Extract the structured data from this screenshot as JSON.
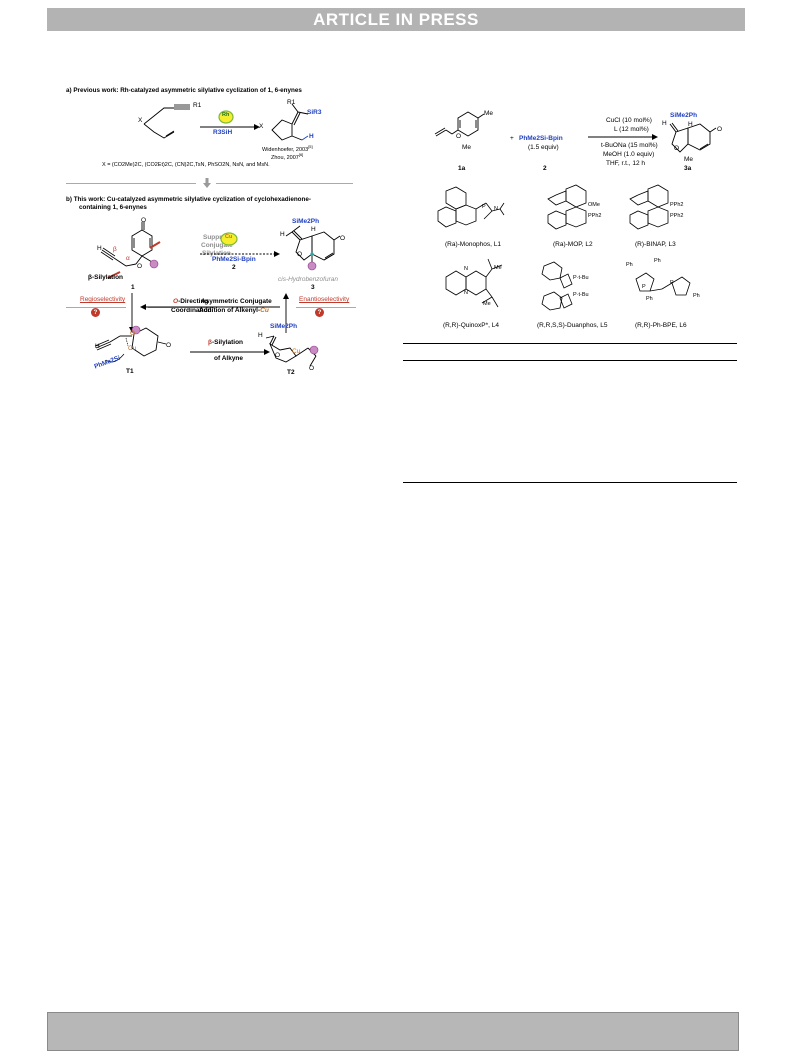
{
  "header": {
    "banner": "ARTICLE IN PRESS"
  },
  "scheme_left": {
    "part_a_title": "a) Previous work: Rh-catalyzed asymmetric silylative cyclization of 1, 6-enynes",
    "rh_label": "Rh",
    "reagent_a": "R3SiH",
    "r1_label": "R1",
    "sir3_label": "SiR3",
    "h_label": "H",
    "x_label": "X",
    "ref1": "Widenhoefer, 2003",
    "ref1_sup": "[5]",
    "ref2": "Zhou, 2007",
    "ref2_sup": "[6]",
    "x_definition": "X = (CO2Me)2C, (CO2Et)2C, (CN)2C,TsN, PhSO2N, NsN, and MsN.",
    "part_b_title_line1": "b) This work: Cu-catalyzed asymmetric silylative cyclization of cyclohexadienone-",
    "part_b_title_line2": "containing 1, 6-enynes",
    "suppress_l1": "Suppress",
    "suppress_l2": "Conjugate",
    "suppress_l3": "Silylation",
    "cu_label": "Cu",
    "reagent_b": "PhMe2Si-Bpin",
    "cmpd_2": "2",
    "sime2ph": "SiMe2Ph",
    "beta_silylation": "β-Silylation",
    "cmpd_1": "1",
    "cmpd_3": "3",
    "product_name": "cis-Hydrobenzofuran",
    "alpha": "α",
    "beta": "β",
    "regio": "Regioselectivity",
    "enantio": "Enantioselectivity",
    "o_directing_l1": "O-Directing",
    "o_directing_l2": "Coordination",
    "asym_l1": "Asymmetric Conjugate",
    "asym_l2": "Addition of Alkenyl-Cu",
    "question": "?",
    "t1": "T1",
    "t2": "T2",
    "beta_silyl_alkyne_l1": "β-Silylation",
    "beta_silyl_alkyne_l2": "of Alkyne",
    "phme2si": "PhMe2Si",
    "o_label": "O",
    "h_small": "H"
  },
  "scheme_right": {
    "cmpd_1a": "1a",
    "plus": "+",
    "reagent": "PhMe2Si-Bpin",
    "reagent_equiv": "(1.5 equiv)",
    "cmpd_2": "2",
    "cond1": "CuCl (10 mol%)",
    "cond2": "L (12 mol%)",
    "cond3": "t-BuONa (15 mol%)",
    "cond4": "MeOH (1.0 equiv)",
    "cond5": "THF, r.t., 12 h",
    "product": "3a",
    "sime2ph": "SiMe2Ph",
    "me": "Me",
    "h": "H",
    "ligands": [
      {
        "label": "(Ra)-Monophos, L1"
      },
      {
        "label": "(Ra)-MOP, L2"
      },
      {
        "label": "(R)-BINAP, L3"
      },
      {
        "label": "(R,R)-QuinoxP*, L4"
      },
      {
        "label": "(R,R,S,S)-Duanphos, L5"
      },
      {
        "label": "(R,R)-Ph-BPE, L6"
      }
    ],
    "pph2": "PPh2",
    "ome": "OMe",
    "tbu": "t-Bu",
    "ph": "Ph",
    "p_label": "P",
    "n_label": "N"
  }
}
